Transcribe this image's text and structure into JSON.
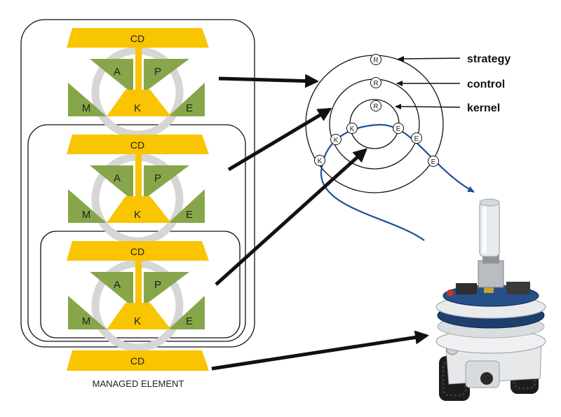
{
  "blocks": {
    "cd": "CD",
    "analyze": "A",
    "plan": "P",
    "monitor": "M",
    "knowledge": "K",
    "execute": "E"
  },
  "managed_element": {
    "cd": "CD",
    "label": "MANAGED ELEMENT"
  },
  "layers": {
    "strategy": "strategy",
    "control": "control",
    "kernel": "kernel"
  },
  "markers": {
    "reference": "R",
    "knowledge": "K",
    "execute": "E"
  },
  "colors": {
    "yellow": "#F9C400",
    "green": "#87A64A",
    "grey_ring": "#D6D6D6",
    "signal_curve": "#1F4E9C",
    "arrow": "#111111"
  }
}
